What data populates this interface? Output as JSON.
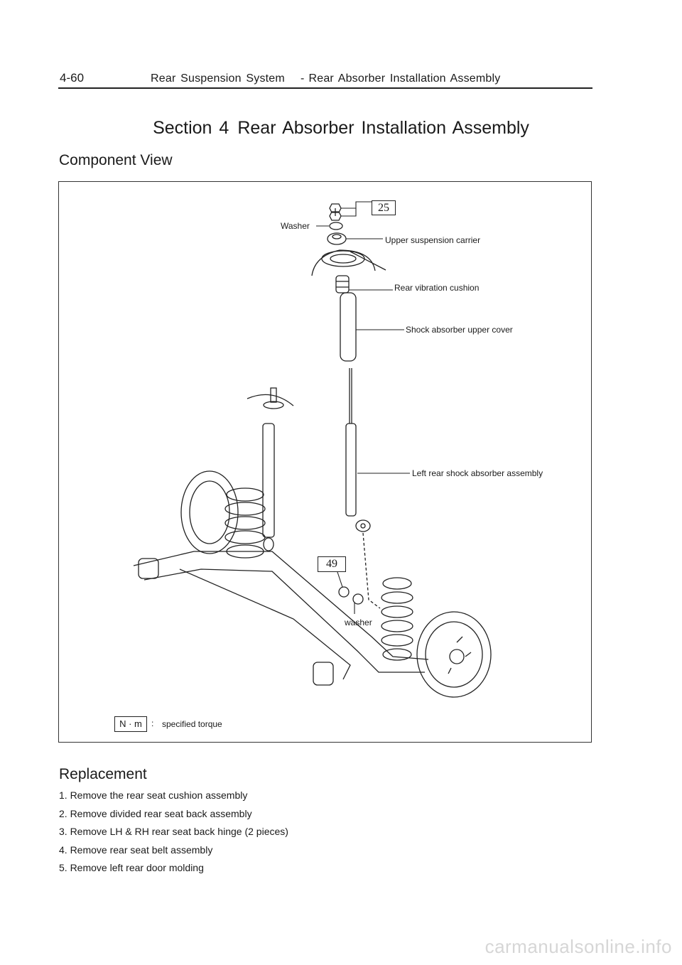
{
  "header": {
    "page_number": "4-60",
    "system": "Rear Suspension System",
    "separator": "-",
    "subsection": "Rear Absorber Installation Assembly"
  },
  "section": {
    "number": "Section 4",
    "title": "Rear Absorber Installation Assembly"
  },
  "component_view": {
    "heading": "Component View",
    "labels": {
      "washer_upper": "Washer",
      "upper_suspension_carrier": "Upper suspension carrier",
      "rear_vibration_cushion": "Rear vibration cushion",
      "shock_absorber_upper_cover": "Shock absorber upper cover",
      "left_rear_shock_absorber_assembly": "Left rear shock absorber assembly",
      "washer_lower": "washer"
    },
    "torque_upper": "25",
    "torque_lower": "49",
    "legend": {
      "unit": "N · m",
      "colon": ":",
      "description": "specified torque"
    }
  },
  "replacement": {
    "heading": "Replacement",
    "steps": [
      "1. Remove the rear seat cushion assembly",
      "2. Remove divided rear seat back assembly",
      "3. Remove LH & RH rear seat back hinge (2 pieces)",
      "4. Remove rear seat belt assembly",
      "5. Remove left rear door molding"
    ]
  },
  "watermark": "carmanualsonline.info"
}
